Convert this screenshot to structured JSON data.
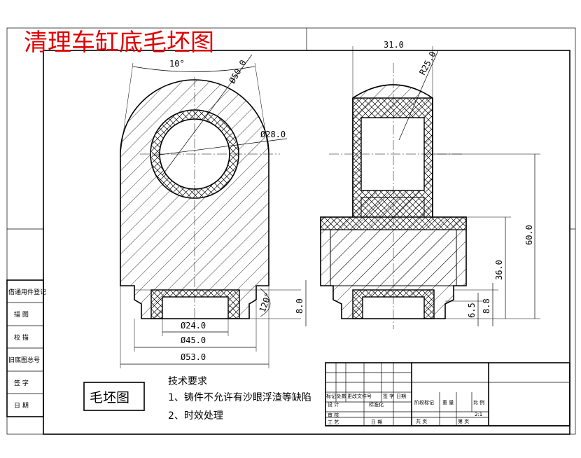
{
  "drawing": {
    "title": "清理车缸底毛坯图",
    "title_color": "#e00000",
    "label_box": "毛坯图"
  },
  "requirements": {
    "heading": "技术要求",
    "items": [
      "1、铸件不允许有沙眼浮渣等缺陷",
      "2、时效处理"
    ]
  },
  "front_view_dims": {
    "angle_top": "10°",
    "dia_outer": "Ø50.0",
    "dia_inner": "Ø28.0",
    "dia_24": "Ø24.0",
    "dia_45": "Ø45.0",
    "dia_53": "Ø53.0",
    "angle_bottom": "120°",
    "height_left": "8.0"
  },
  "side_view_dims": {
    "width_top": "31.0",
    "radius": "R25.0",
    "h_60": "60.0",
    "h_36": "36.0",
    "h_8_8": "8.8",
    "h_6_5": "6.5"
  },
  "left_table": {
    "rows": [
      "借通用件登记",
      "描 图",
      "校 描",
      "旧底图总号",
      "签 字",
      "日 期"
    ]
  },
  "title_block": {
    "cells": [
      "标记",
      "处数",
      "更改文件号",
      "签 字",
      "日期",
      "设 计",
      "标准化",
      "审 核",
      "工 艺",
      "日 期",
      "阶段标记",
      "重 量",
      "比 例",
      "2:1",
      "共 页",
      "第 页"
    ]
  },
  "colors": {
    "line": "#000000",
    "background": "#ffffff"
  }
}
